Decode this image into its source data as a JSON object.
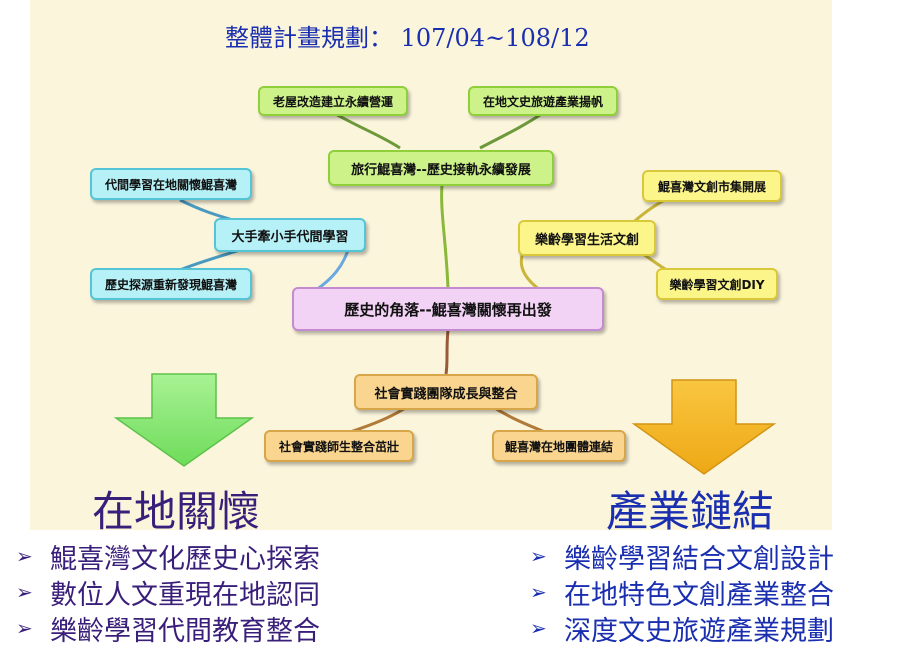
{
  "title": "整體計畫規劃： 107/04~108/12",
  "central": "歷史的角落--鯤喜灣關懷再出發",
  "branches": {
    "top": {
      "label": "旅行鯤喜灣--歷史接軌永續發展",
      "children": [
        "老屋改造建立永續營運",
        "在地文史旅遊產業揚帆"
      ]
    },
    "left": {
      "label": "大手牽小手代間學習",
      "children": [
        "代間學習在地關懷鯤喜灣",
        "歷史探源重新發現鯤喜灣"
      ]
    },
    "right": {
      "label": "樂齡學習生活文創",
      "children": [
        "鯤喜灣文創市集開展",
        "樂齡學習文創DIY"
      ]
    },
    "bottom": {
      "label": "社會實踐團隊成長與整合",
      "children": [
        "社會實踐師生整合茁壯",
        "鯤喜灣在地團體連結"
      ]
    }
  },
  "colors": {
    "green_arrow": "#7ee86a",
    "gold_arrow": "#f6b820",
    "title_blue": "#1a2fb0",
    "heading_purple": "#3a1f7a"
  },
  "left_section": {
    "heading": "在地關懷",
    "items": [
      "鯤喜灣文化歷史心探索",
      "數位人文重現在地認同",
      "樂齡學習代間教育整合"
    ]
  },
  "right_section": {
    "heading": "產業鏈結",
    "items": [
      "樂齡學習結合文創設計",
      "在地特色文創產業整合",
      "深度文史旅遊產業規劃"
    ]
  },
  "bullet_symbol": "➢"
}
